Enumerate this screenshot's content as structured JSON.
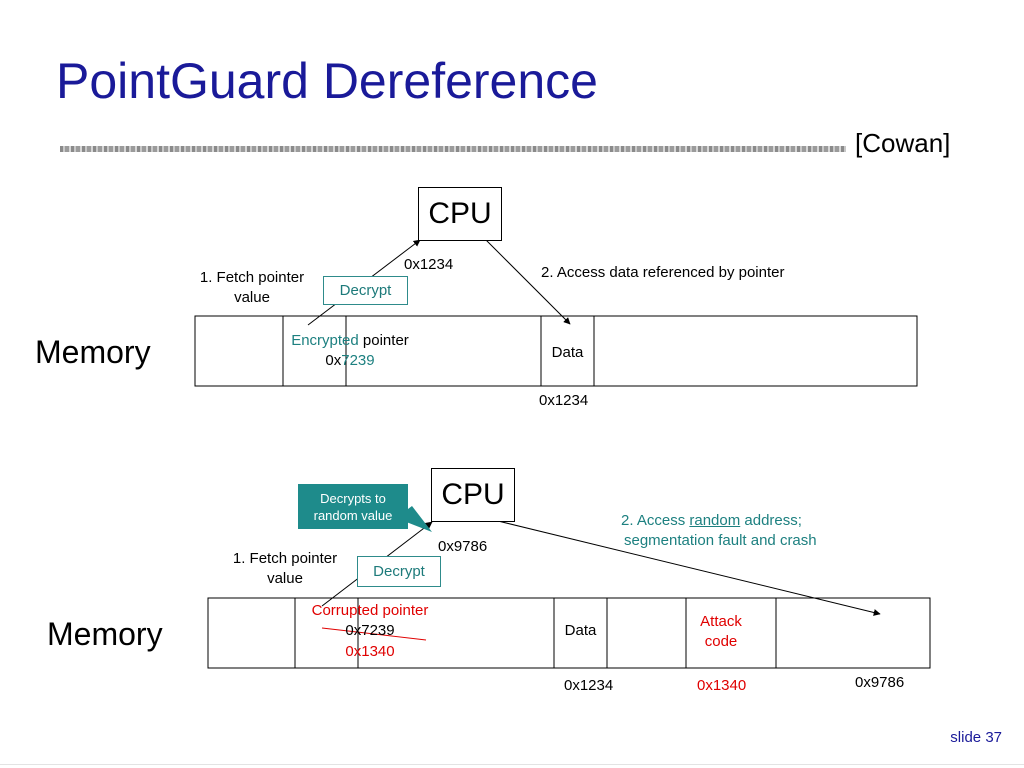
{
  "title": "PointGuard Dereference",
  "citation": "[Cowan]",
  "top": {
    "cpu_label": "CPU",
    "cpu_addr": "0x1234",
    "fetch_line1": "1. Fetch pointer",
    "fetch_line2": "value",
    "decrypt": "Decrypt",
    "access": "2. Access data referenced by pointer",
    "memory_label": "Memory",
    "enc_word": "Encrypted",
    "enc_rest": " pointer",
    "ptr_prefix": "0x",
    "ptr_suffix": "7239",
    "data_label": "Data",
    "data_addr": "0x1234"
  },
  "bottom": {
    "cpu_label": "CPU",
    "cpu_addr": "0x9786",
    "callout": "Decrypts to random value",
    "fetch_line1": "1. Fetch pointer",
    "fetch_line2": "value",
    "decrypt": "Decrypt",
    "access_prefix": "2. Access ",
    "access_random": "random",
    "access_suffix": " address;",
    "access_line2": "segmentation fault and crash",
    "memory_label": "Memory",
    "corrupted": "Corrupted pointer",
    "old_ptr": "0x7239",
    "new_ptr": "0x1340",
    "data_label": "Data",
    "attack_line1": "Attack",
    "attack_line2": "code",
    "data_addr": "0x1234",
    "attack_addr": "0x1340",
    "random_addr": "0x9786"
  },
  "slide_number": "slide 37",
  "colors": {
    "title": "#1a1a99",
    "teal": "#1d8080",
    "red": "#e00000"
  }
}
